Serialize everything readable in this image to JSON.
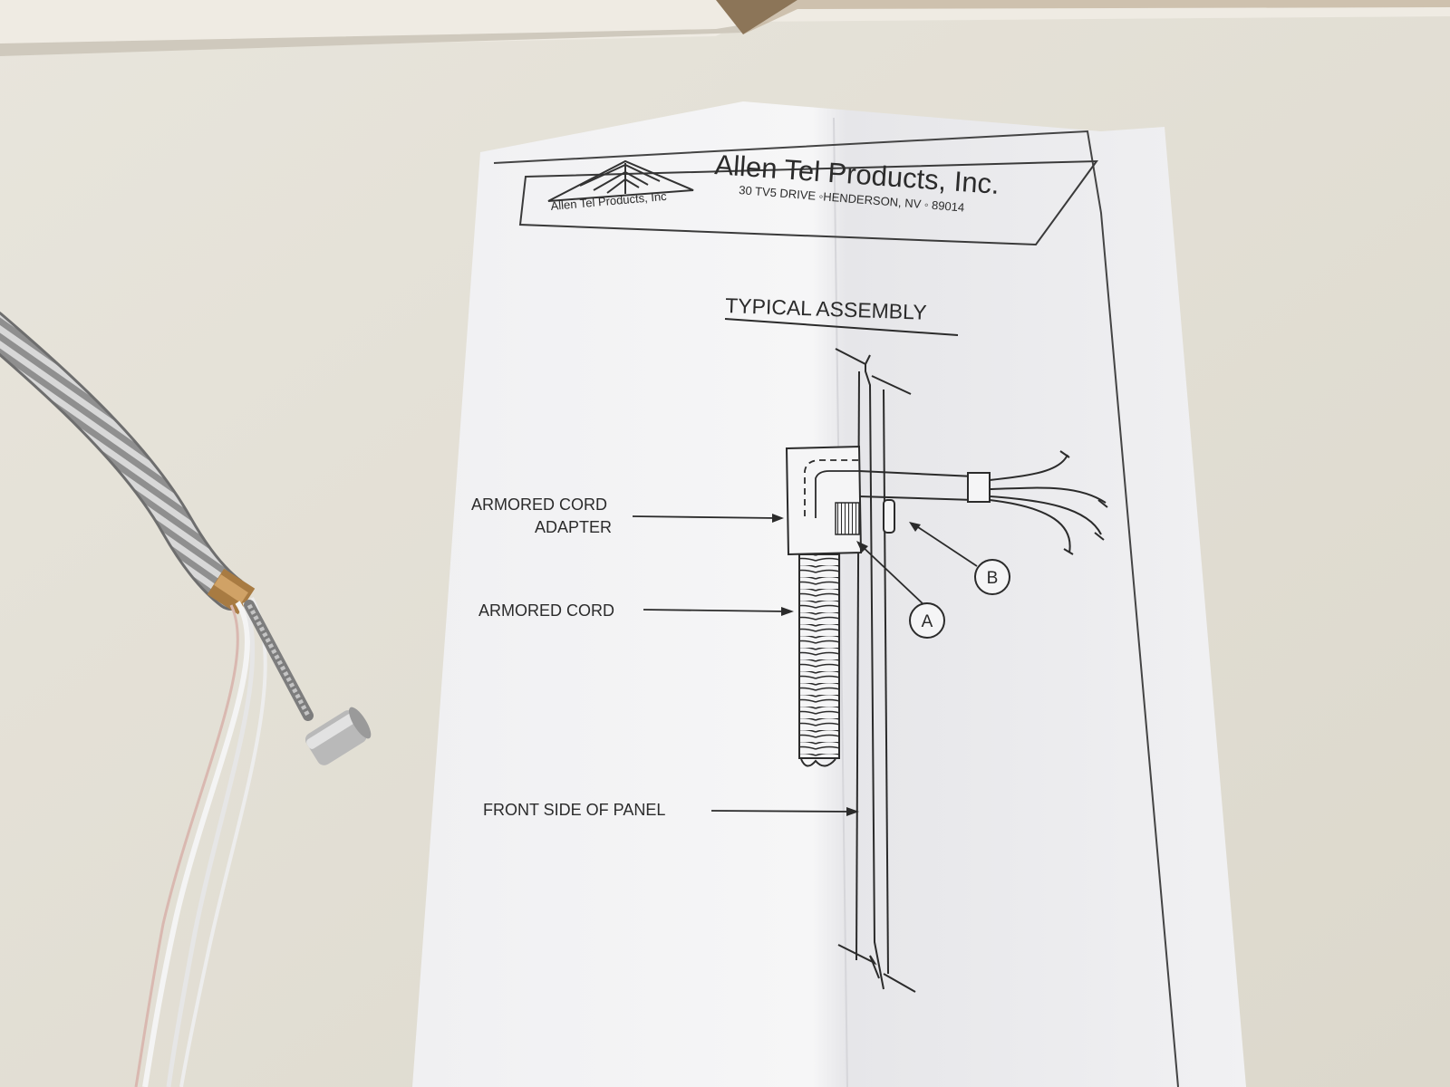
{
  "photo": {
    "colors": {
      "table": "#e4e1d6",
      "box_flap": "#ebe6dc",
      "box_edge": "#8c7558",
      "paper": "#f3f3f4",
      "ink": "#2b2b2b",
      "metal": "#a9a9a9",
      "brass": "#b9884b"
    },
    "objects": [
      "armored-cord-photo",
      "instruction-sheet",
      "cardboard-box-edge"
    ]
  },
  "sheet": {
    "company_name": "Allen Tel Products, Inc.",
    "logo_text": "Allen Tel Products, Inc",
    "address": "30 TV5 DRIVE  ◦HENDERSON, NV ◦ 89014",
    "title": "TYPICAL ASSEMBLY",
    "labels": {
      "adapter_line1": "ARMORED CORD",
      "adapter_line2": "ADAPTER",
      "cord": "ARMORED CORD",
      "panel": "FRONT SIDE OF PANEL"
    },
    "callouts": {
      "a": "A",
      "b": "B"
    }
  }
}
